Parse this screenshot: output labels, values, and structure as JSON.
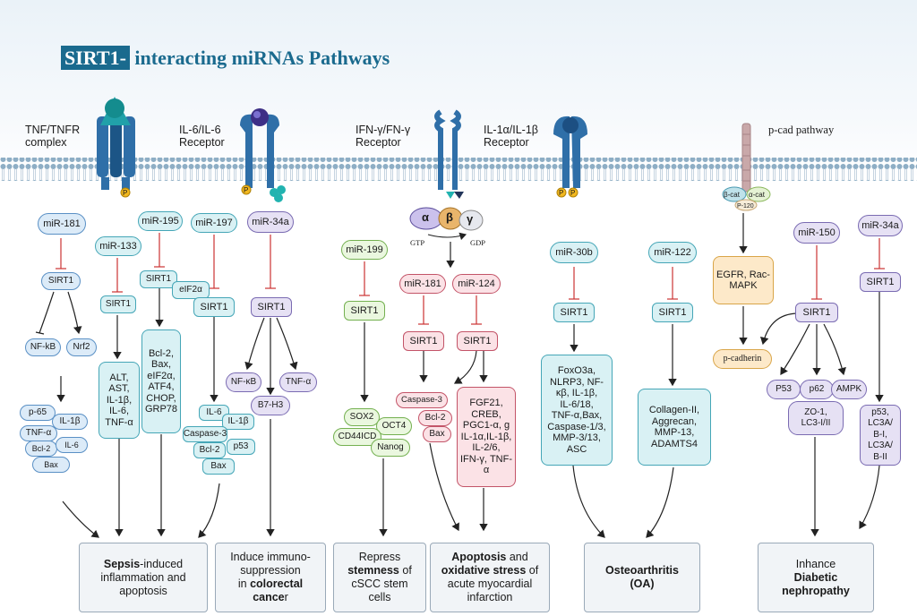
{
  "title": {
    "highlight": "SIRT1-",
    "rest": " interacting miRNAs Pathways"
  },
  "receptors": {
    "tnf": [
      "TNF/TNFR",
      "complex"
    ],
    "il6": [
      "IL-6/IL-6",
      "Receptor"
    ],
    "ifn": [
      "IFN-γ/FN-γ",
      "Receptor"
    ],
    "il1": [
      "IL-1α/IL-1β",
      "Receptor"
    ],
    "pcad": "p-cad pathway"
  },
  "gprotein": {
    "alpha": "α",
    "beta": "β",
    "gamma": "γ",
    "gtp": "GTP",
    "gdp": "GDP"
  },
  "p_label": "P",
  "pcad_complex": {
    "bcat": "β-cat",
    "acat": "α-cat",
    "p120": "P-120"
  },
  "nodes": {
    "mir181_a": "miR-181",
    "sirt1_a": "SIRT1",
    "nfkb_a": "NF-kB",
    "nrf2": "Nrf2",
    "p65": "p-65",
    "il1b_a": "IL-1β",
    "tnfa_a": "TNF-α",
    "bcl2_a": "Bcl-2",
    "il6_a": "IL-6",
    "bax_a": "Bax",
    "mir133": "miR-133",
    "sirt1_b": "SIRT1",
    "alt_group": [
      "ALT,",
      "AST,",
      "IL-1β,",
      "IL-6,",
      "TNF-α"
    ],
    "mir195": "miR-195",
    "sirt1_c": "SIRT1",
    "eif2a": "eIF2α",
    "bcl2_group": [
      "Bcl-2,",
      "Bax,",
      "eIF2α,",
      "ATF4,",
      "CHOP,",
      "GRP78"
    ],
    "mir197": "miR-197",
    "sirt1_d": "SIRT1",
    "il6_b": "IL-6",
    "il1b_b": "IL-1β",
    "caspase3_b": "Caspase-3",
    "bcl2_b": "Bcl-2",
    "p53_b": "p53",
    "bax_b": "Bax",
    "mir34a_a": "miR-34a",
    "sirt1_e": "SIRT1",
    "nfkb_e": "NF-κB",
    "tnfa_e": "TNF-α",
    "b7h3": "B7-H3",
    "mir199": "miR-199",
    "sirt1_f": "SIRT1",
    "sox2": "SOX2",
    "oct4": "OCT4",
    "cd44icd": "CD44ICD",
    "nanog": "Nanog",
    "mir181_g": "miR-181",
    "mir124": "miR-124",
    "sirt1_g": "SIRT1",
    "sirt1_h": "SIRT1",
    "caspase3_g": "Caspase-3",
    "bcl2_g": "Bcl-2",
    "bax_g": "Bax",
    "fgf21_group": [
      "FGF21,",
      "CREB,",
      "PGC1-α, g",
      "IL-1α,IL-1β,",
      "IL-2/6,",
      "IFN-γ, TNF-",
      "α"
    ],
    "mir30b": "miR-30b",
    "sirt1_i": "SIRT1",
    "foxo_group": [
      "FoxO3a,",
      "NLRP3, NF-",
      "κβ, IL-1β,",
      "IL-6/18,",
      "TNF-α,Bax,",
      "Caspase-1/3,",
      "MMP-3/13,",
      "ASC"
    ],
    "mir122": "miR-122",
    "sirt1_j": "SIRT1",
    "collagen_group": [
      "Collagen-II,",
      "Aggrecan,",
      "MMP-13,",
      "ADAMTS4"
    ],
    "egfr": [
      "EGFR, Rac-",
      "MAPK"
    ],
    "pcadherin": "p-cadherin",
    "mir150": "miR-150",
    "sirt1_k": "SIRT1",
    "p53_k": "P53",
    "p62": "p62",
    "ampk": "AMPK",
    "zo1_group": [
      "ZO-1,",
      "LC3-I/II"
    ],
    "mir34a_l": "miR-34a",
    "sirt1_l": "SIRT1",
    "p53_group": [
      "p53,",
      "LC3A/",
      "B-I,",
      "LC3A/",
      "B-II"
    ]
  },
  "outcomes": {
    "sepsis": {
      "bold": "Sepsis",
      "rest1": "-induced",
      "rest2": "inflammation and",
      "rest3": "apoptosis"
    },
    "immuno": {
      "l1": "Induce immuno-",
      "l2": "suppression",
      "l3a": "in ",
      "l3b": "colorectal",
      "l4a": "cance",
      "l4b": "r"
    },
    "stemness": {
      "l1": "Repress",
      "l2b": "stemness",
      "l2r": " of",
      "l3": "cSCC stem",
      "l4": "cells"
    },
    "apoptosis": {
      "b1": "Apoptosis",
      "r1": " and",
      "b2": "oxidative stress",
      "r2": " of",
      "l3": "acute myocardial",
      "l4": "infarction"
    },
    "oa": {
      "l1": "Osteoarthritis",
      "l2": "(OA)"
    },
    "diabetic": {
      "l1": "Inhance",
      "l2": "Diabetic",
      "l3": "nephropathy"
    }
  }
}
